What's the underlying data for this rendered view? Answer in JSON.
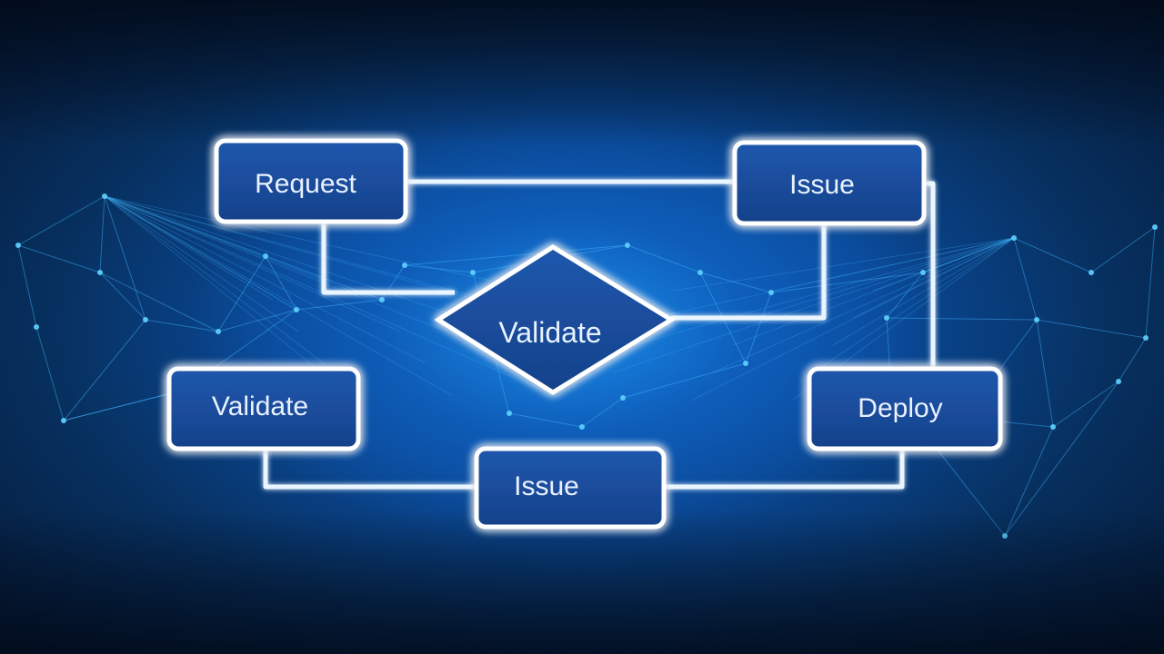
{
  "diagram": {
    "nodes": [
      {
        "id": "request",
        "label": "Request",
        "shape": "rect"
      },
      {
        "id": "issue_top",
        "label": "Issue",
        "shape": "rect"
      },
      {
        "id": "validate_center",
        "label": "Validate",
        "shape": "diamond"
      },
      {
        "id": "validate_left",
        "label": "Validate",
        "shape": "rect"
      },
      {
        "id": "deploy",
        "label": "Deploy",
        "shape": "rect"
      },
      {
        "id": "issue_bottom",
        "label": "Issue",
        "shape": "rect"
      }
    ],
    "edges": [
      {
        "from": "request",
        "to": "issue_top"
      },
      {
        "from": "request",
        "to": "validate_center"
      },
      {
        "from": "issue_top",
        "to": "validate_center"
      },
      {
        "from": "issue_top",
        "to": "deploy"
      },
      {
        "from": "validate_left",
        "to": "issue_bottom"
      },
      {
        "from": "issue_bottom",
        "to": "deploy"
      }
    ],
    "colors": {
      "node_fill": "#1b4f9e",
      "node_border": "#ffffff",
      "glow": "#7fd0ff",
      "connector": "#eaf6ff",
      "network_line": "#3fb6ff"
    }
  }
}
